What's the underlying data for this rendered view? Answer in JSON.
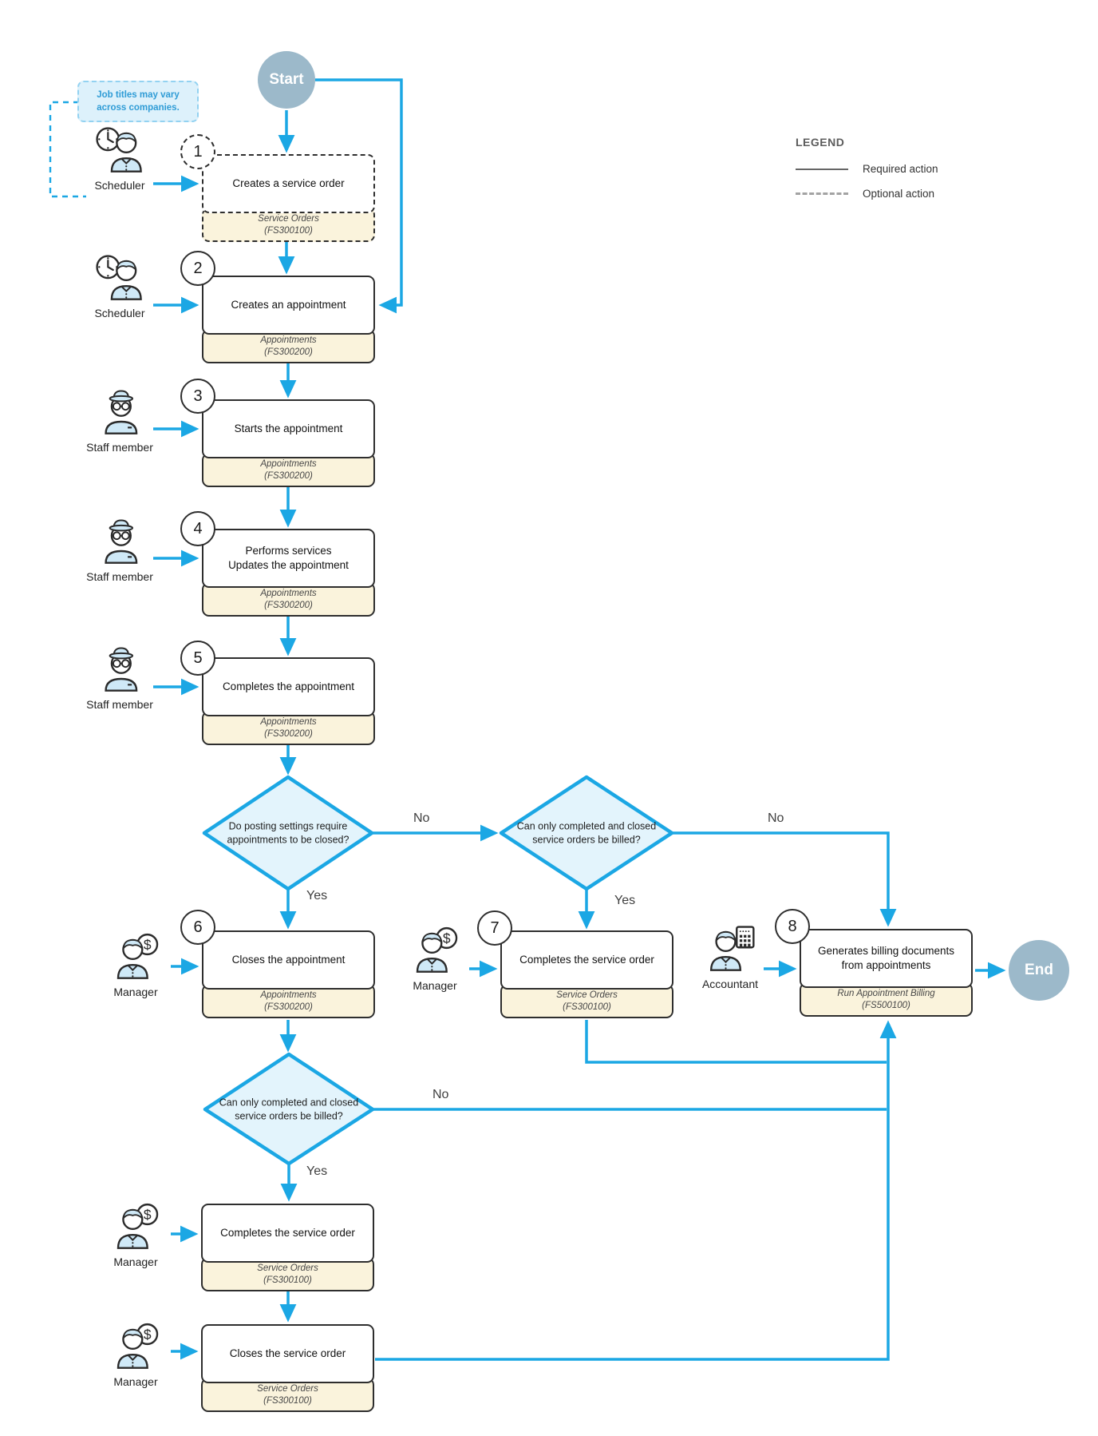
{
  "terminators": {
    "start": "Start",
    "end": "End"
  },
  "note": {
    "text": "Job titles may vary across companies."
  },
  "legend": {
    "title": "LEGEND",
    "required": "Required action",
    "optional": "Optional action"
  },
  "labels": {
    "yes": "Yes",
    "no": "No"
  },
  "nodes": [
    {
      "num": "1",
      "actor": "Scheduler",
      "title": "Creates a service order",
      "screen": "Service Orders",
      "code": "(FS300100)",
      "optional": true
    },
    {
      "num": "2",
      "actor": "Scheduler",
      "title": "Creates an appointment",
      "screen": "Appointments",
      "code": "(FS300200)"
    },
    {
      "num": "3",
      "actor": "Staff member",
      "title": "Starts the appointment",
      "screen": "Appointments",
      "code": "(FS300200)"
    },
    {
      "num": "4",
      "actor": "Staff member",
      "title": "Performs services\nUpdates the appointment",
      "screen": "Appointments",
      "code": "(FS300200)"
    },
    {
      "num": "5",
      "actor": "Staff member",
      "title": "Completes the appointment",
      "screen": "Appointments",
      "code": "(FS300200)"
    },
    {
      "num": "6",
      "actor": "Manager",
      "title": "Closes the appointment",
      "screen": "Appointments",
      "code": "(FS300200)"
    },
    {
      "num": "7",
      "actor": "Manager",
      "title": "Completes the service order",
      "screen": "Service Orders",
      "code": "(FS300100)"
    },
    {
      "num": "8",
      "actor": "Accountant",
      "title": "Generates billing documents\nfrom appointments",
      "screen": "Run Appointment Billing",
      "code": "(FS500100)"
    },
    {
      "actor": "Manager",
      "title": "Completes the service order",
      "screen": "Service Orders",
      "code": "(FS300100)"
    },
    {
      "actor": "Manager",
      "title": "Closes the service order",
      "screen": "Service Orders",
      "code": "(FS300100)"
    }
  ],
  "decisions": [
    {
      "text": "Do posting settings require appointments to be closed?"
    },
    {
      "text": "Can only completed and closed service orders be billed?"
    },
    {
      "text": "Can only completed and closed service orders be billed?"
    }
  ],
  "colors": {
    "arrow": "#1ba7e4",
    "decision_fill": "#e3f4fc",
    "footer_fill": "#faf3dc",
    "terminator_fill": "#9cb9ca",
    "note_fill": "#ddf1fb",
    "note_text": "#2f9cd6"
  }
}
